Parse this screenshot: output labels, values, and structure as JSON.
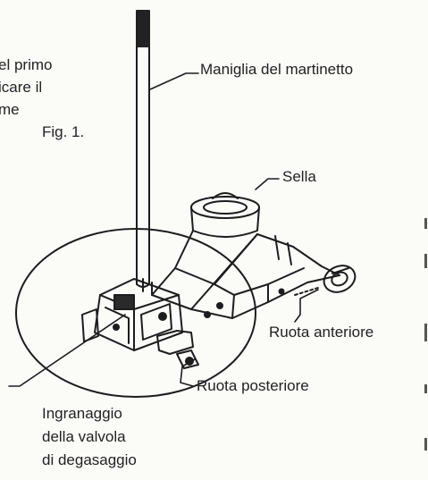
{
  "intro_text": {
    "line1": "el primo",
    "line2": "icare il",
    "line3": "me",
    "line4": "Fig. 1."
  },
  "labels": {
    "handle": "Maniglia del martinetto",
    "saddle": "Sella",
    "front_wheel": "Ruota anteriore",
    "rear_wheel": "Ruota posteriore",
    "gear_line1": "Ingranaggio",
    "gear_line2": "della valvola",
    "gear_line3": "di degasaggio"
  },
  "colors": {
    "ink": "#1d1d1d",
    "paper": "#fbfbf8"
  }
}
